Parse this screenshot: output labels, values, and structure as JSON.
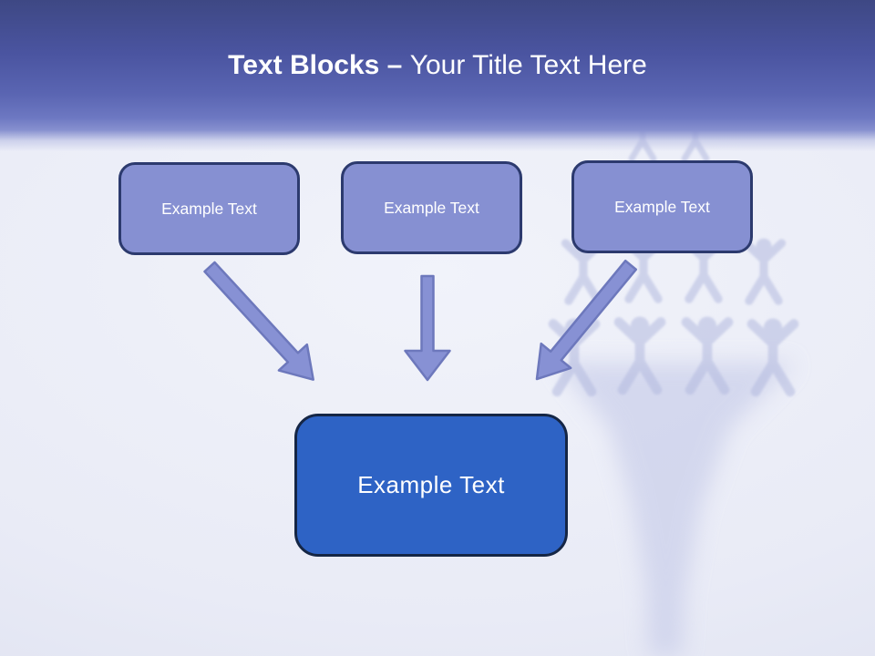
{
  "slide": {
    "title": {
      "bold": "Text Blocks – ",
      "regular": "Your Title Text Here"
    },
    "top_boxes": [
      {
        "label": "Example Text"
      },
      {
        "label": "Example Text"
      },
      {
        "label": "Example Text"
      }
    ],
    "center_box": {
      "label": "Example Text"
    },
    "icons": {
      "arrow_left": "arrow-down-right-icon",
      "arrow_middle": "arrow-down-icon",
      "arrow_right": "arrow-down-left-icon",
      "watermark": "team-human-pyramid-watermark"
    },
    "colors": {
      "header_top": "#3e4884",
      "header_mid": "#5a65b2",
      "background": "#e9ebf6",
      "block_fill": "#8690d2",
      "block_border": "#2c3a6e",
      "center_fill": "#2e63c5",
      "center_border": "#152645",
      "arrow_fill": "#8791d4",
      "arrow_stroke": "#6d78bc",
      "watermark": "#b3badf",
      "title_text": "#ffffff"
    }
  }
}
